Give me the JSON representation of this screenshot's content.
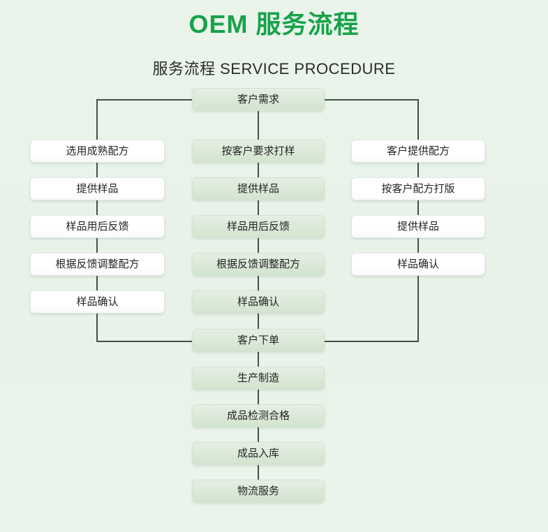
{
  "header": {
    "title": "OEM 服务流程",
    "subtitle": "服务流程 SERVICE PROCEDURE",
    "title_color": "#17a24a",
    "subtitle_color": "#2b2b2b"
  },
  "theme": {
    "background": "#e9f3ea",
    "line_color": "#3e5344",
    "white_node_fill": "#ffffff",
    "green_node_fill": "#dbe9d8",
    "text_color": "#252525"
  },
  "chart_data": {
    "type": "diagram",
    "title": "服务流程 SERVICE PROCEDURE",
    "diagram_kind": "flowchart",
    "orientation": "top-down",
    "root": "客户需求",
    "merge_node": "客户下单",
    "branches": [
      {
        "name": "left",
        "style": "white",
        "steps": [
          "选用成熟配方",
          "提供样品",
          "样品用后反馈",
          "根据反馈调整配方",
          "样品确认"
        ]
      },
      {
        "name": "center",
        "style": "green",
        "steps": [
          "按客户要求打样",
          "提供样品",
          "样品用后反馈",
          "根据反馈调整配方",
          "样品确认"
        ]
      },
      {
        "name": "right",
        "style": "white",
        "steps": [
          "客户提供配方",
          "按客户配方打版",
          "提供样品",
          "样品确认"
        ]
      }
    ],
    "tail": [
      "生产制造",
      "成品检测合格",
      "成品入库",
      "物流服务"
    ]
  },
  "nodes": {
    "root": "客户需求",
    "left": {
      "s0": "选用成熟配方",
      "s1": "提供样品",
      "s2": "样品用后反馈",
      "s3": "根据反馈调整配方",
      "s4": "样品确认"
    },
    "center": {
      "s0": "按客户要求打样",
      "s1": "提供样品",
      "s2": "样品用后反馈",
      "s3": "根据反馈调整配方",
      "s4": "样品确认"
    },
    "right": {
      "s0": "客户提供配方",
      "s1": "按客户配方打版",
      "s2": "提供样品",
      "s3": "样品确认"
    },
    "merge": "客户下单",
    "tail": {
      "t0": "生产制造",
      "t1": "成品检测合格",
      "t2": "成品入库",
      "t3": "物流服务"
    }
  }
}
